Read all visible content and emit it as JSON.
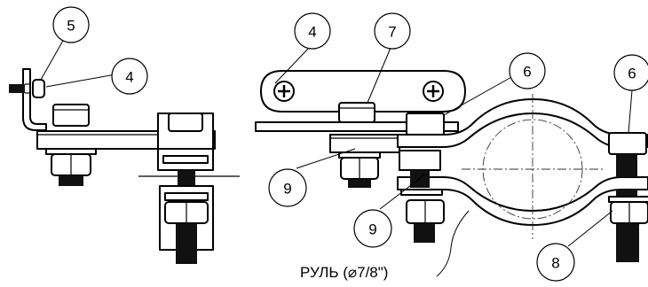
{
  "callouts": {
    "c1": "5",
    "c2": "4",
    "c3": "4",
    "c4": "7",
    "c5": "6",
    "c6": "6",
    "c7": "9",
    "c8": "9",
    "c9": "8"
  },
  "caption": {
    "text": "РУЛЬ (⌀7/8\")"
  }
}
